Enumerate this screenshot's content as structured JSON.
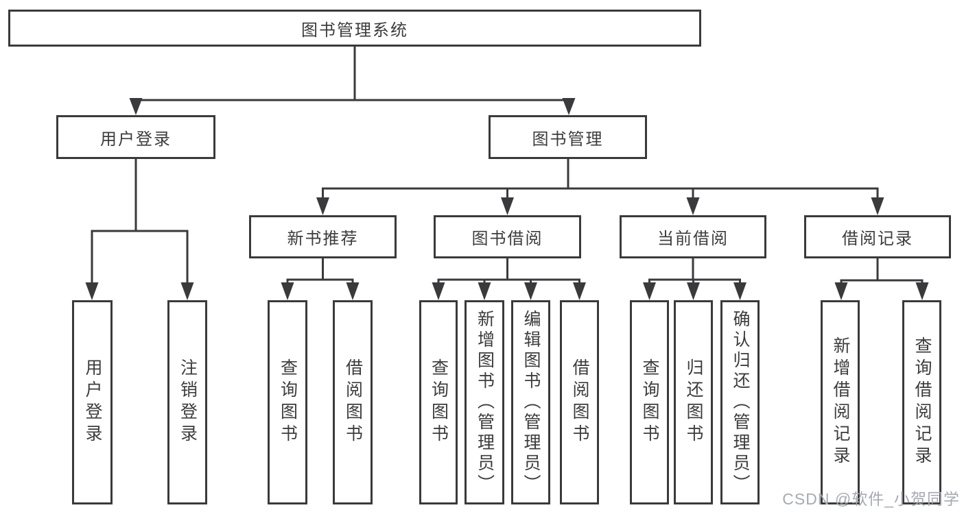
{
  "colors": {
    "line": "#3a3a3c",
    "text": "#3c3c3e",
    "box_bg": "#ffffff",
    "watermark": "#a6aab0"
  },
  "watermark": {
    "text": "CSDN @软件_小贺同学"
  },
  "diagram": {
    "root": {
      "label": "图书管理系统"
    },
    "branches": [
      {
        "label": "用户登录",
        "leaves": [
          {
            "label": "用户登录"
          },
          {
            "label": "注销登录"
          }
        ]
      },
      {
        "label": "图书管理",
        "groups": [
          {
            "label": "新书推荐",
            "leaves": [
              {
                "label": "查询图书"
              },
              {
                "label": "借阅图书"
              }
            ]
          },
          {
            "label": "图书借阅",
            "leaves": [
              {
                "label": "查询图书"
              },
              {
                "label": "新增图书（管理员）"
              },
              {
                "label": "编辑图书（管理员）"
              },
              {
                "label": "借阅图书"
              }
            ]
          },
          {
            "label": "当前借阅",
            "leaves": [
              {
                "label": "查询图书"
              },
              {
                "label": "归还图书"
              },
              {
                "label": "确认归还（管理员）"
              }
            ]
          },
          {
            "label": "借阅记录",
            "leaves": [
              {
                "label": "新增借阅记录"
              },
              {
                "label": "查询借阅记录"
              }
            ]
          }
        ]
      }
    ]
  }
}
